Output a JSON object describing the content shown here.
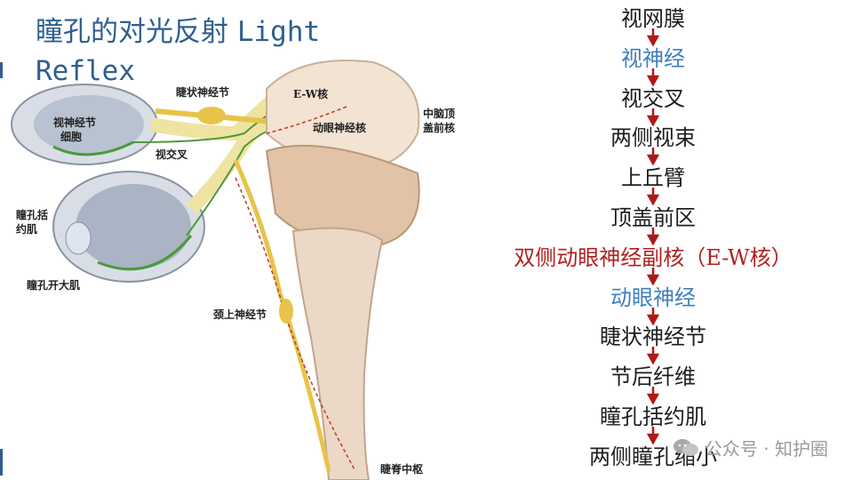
{
  "title": {
    "cn": "瞳孔的对光反射 ",
    "en_line1": "Light",
    "en_line2": "Reflex"
  },
  "diagram_labels": {
    "ciliary_ganglion": "睫状神经节",
    "ew_nucleus": "E-W核",
    "optic_cells": "视神经节\n细胞",
    "optic_chiasm": "视交叉",
    "oculomotor_nucleus": "动眼神经核",
    "pretectal": "中脑顶\n盖前核",
    "sphincter": "瞳孔括\n约肌",
    "dilator": "瞳孔开大肌",
    "superior_cervical": "颈上神经节",
    "spinal_center": "睫脊中枢"
  },
  "pathway": [
    {
      "text": "视网膜",
      "style": "normal"
    },
    {
      "text": "视神经",
      "style": "blue"
    },
    {
      "text": "视交叉",
      "style": "normal"
    },
    {
      "text": "两侧视束",
      "style": "normal"
    },
    {
      "text": "上丘臂",
      "style": "normal"
    },
    {
      "text": "顶盖前区",
      "style": "normal"
    },
    {
      "text": "双侧动眼神经副核（E-W核）",
      "style": "red"
    },
    {
      "text": "动眼神经",
      "style": "blue"
    },
    {
      "text": "睫状神经节",
      "style": "normal"
    },
    {
      "text": "节后纤维",
      "style": "normal"
    },
    {
      "text": "瞳孔括约肌",
      "style": "normal"
    },
    {
      "text": "两侧瞳孔缩小",
      "style": "normal"
    }
  ],
  "watermark": {
    "text": "公众号 · 知护圈",
    "icon": "wechat-icon"
  },
  "colors": {
    "title": "#2f5f8f",
    "blue": "#3f7fbf",
    "red": "#b02020",
    "arrow": "#b01818"
  }
}
